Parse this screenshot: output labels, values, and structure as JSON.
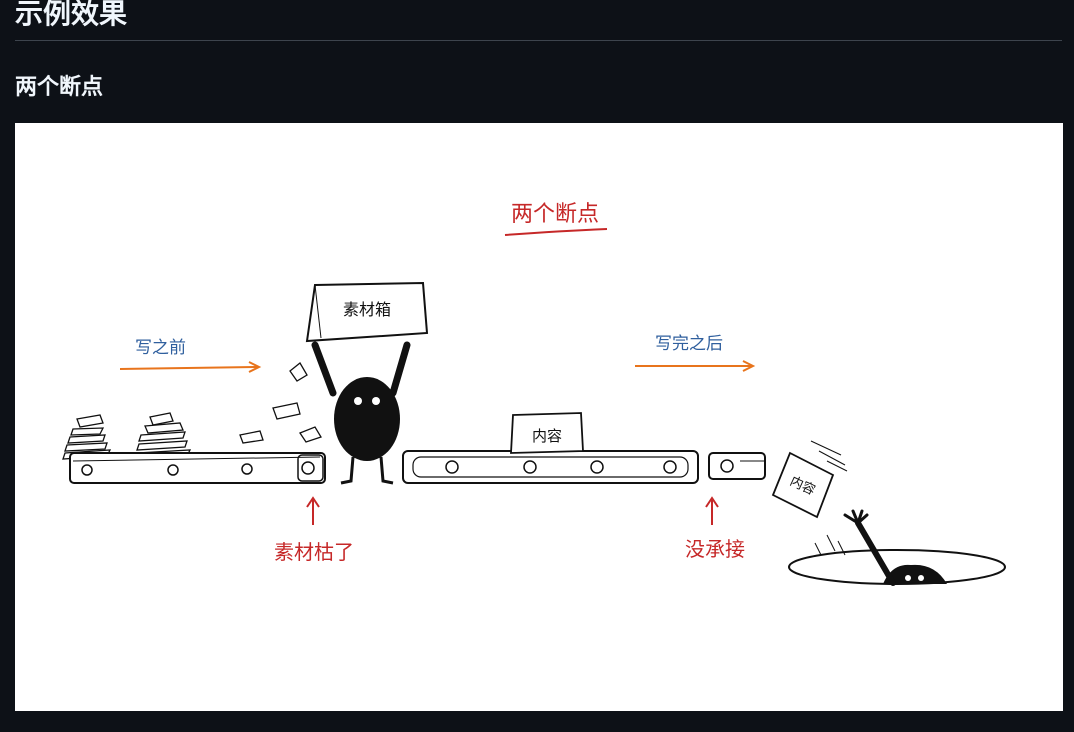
{
  "heading": "示例效果",
  "subheading": "两个断点",
  "illustration": {
    "title": "两个断点",
    "before_label": "写之前",
    "after_label": "写完之后",
    "box_label": "素材箱",
    "conveyor_label": "内容",
    "falling_label": "内容",
    "break1_label": "素材枯了",
    "break2_label": "没承接",
    "colors": {
      "title": "#c62828",
      "caption_blue": "#2f5f9e",
      "arrow_orange": "#e8741c",
      "ink": "#111111"
    }
  }
}
